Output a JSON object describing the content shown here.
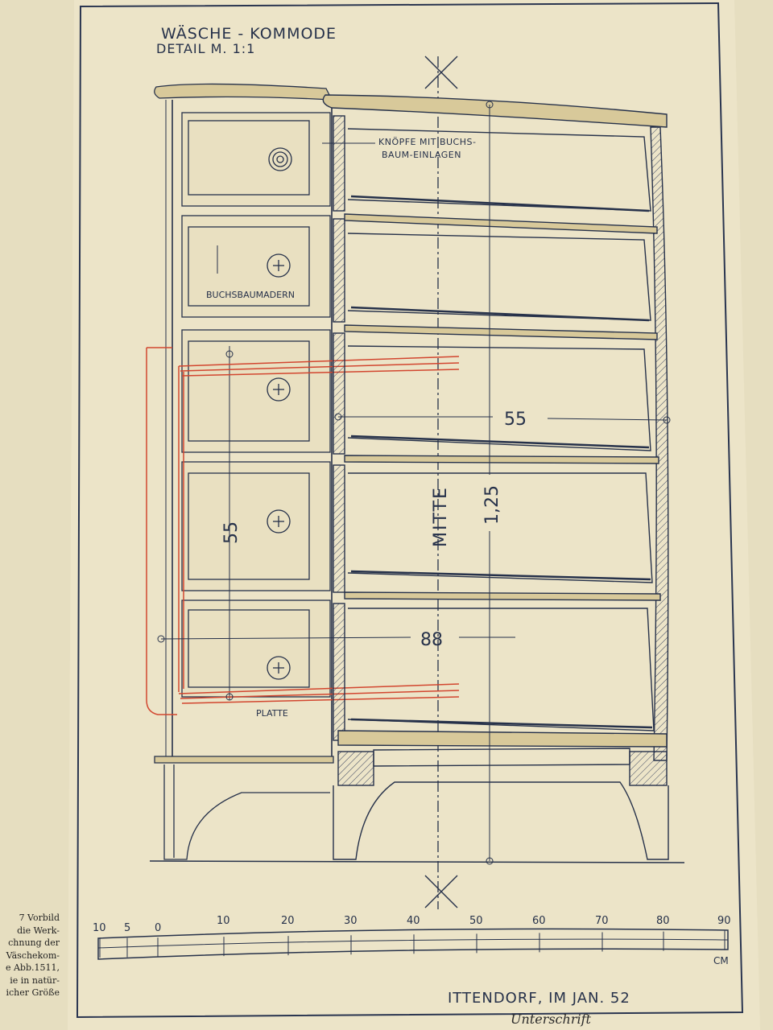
{
  "title": {
    "line1": "WÄSCHE - KOMMODE",
    "line2": "DETAIL M. 1:1"
  },
  "annotations": {
    "knobs_line1": "KNÖPFE MIT BUCHS-",
    "knobs_line2": "BAUM-EINLAGEN",
    "boxwood": "BUCHSBAUMADERN",
    "platte": "PLATTE",
    "mitte": "MITTE"
  },
  "dimensions": {
    "depth": "55",
    "height_front": "55",
    "height_total": "1,25",
    "width": "88"
  },
  "scale_bar": {
    "labels": [
      "10",
      "5",
      "0",
      "10",
      "20",
      "30",
      "40",
      "50",
      "60",
      "70",
      "80",
      "90"
    ],
    "unit": "CM"
  },
  "footer": {
    "place_date": "ITTENDORF, IM JAN. 52",
    "signature": "Unterschrift"
  },
  "sidenote_lines": [
    "7 Vorbild",
    "die Werk-",
    "chnung der",
    "Väschekom-",
    "e Abb.1511,",
    "ie in natür-",
    "icher Größe"
  ],
  "colors": {
    "paper": "#ece4c8",
    "ink": "#26314a",
    "red_line": "#d2462f",
    "wood": "#d8c99a"
  }
}
